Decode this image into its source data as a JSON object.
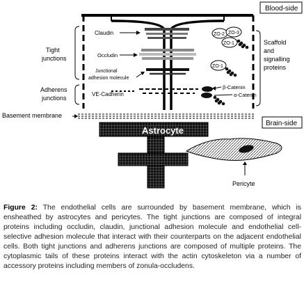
{
  "diagram": {
    "side_labels": {
      "blood_side": "Blood-side",
      "brain_side": "Brain-side"
    },
    "group_labels": {
      "tight_junctions": [
        "Tight",
        "junctions"
      ],
      "adherens_junctions": [
        "Adherens",
        "junctions"
      ],
      "scaffold": [
        "Scaffold",
        "and",
        "signalling",
        "proteins"
      ]
    },
    "component_labels": {
      "claudin": "Claudin",
      "occludin": "Occludin",
      "jam": [
        "Junctional",
        "adhesion molecule"
      ],
      "ve_cadherin": "VE-Cadherin",
      "beta_catenin": "β-Catenin",
      "alpha_catenin": "α-Catenin",
      "basement_membrane": "Basement membrane",
      "astrocyte": "Astrocyte",
      "pericyte": "Pericyte"
    },
    "zo_labels": [
      "ZO-2",
      "ZO-3",
      "ZO-1",
      "ZO-1"
    ]
  },
  "caption": {
    "label": "Figure 2:",
    "text": " The endothelial cells are surrounded by basement membrane, which is ensheathed by astrocytes and pericytes. The tight junctions are composed of integral proteins including occludin, claudin, junctional adhesion molecule and endothelial cell-selective adhesion molecule that interact with their counterparts on the adjacent endothelial cells. Both tight junctions and adherens junctions are composed of multiple proteins. The cytoplasmic tails of these proteins interact with the actin cytoskeleton via a number of accessory proteins including members of zonula-occludens."
  }
}
